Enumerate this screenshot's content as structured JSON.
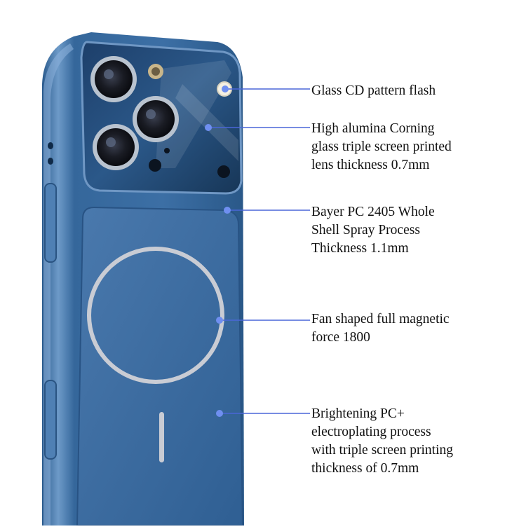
{
  "colors": {
    "background": "#ffffff",
    "case_blue": "#3a6a9e",
    "case_dark": "#1f4a78",
    "leader_line": "#4a67d8",
    "dot": "#6f8ff0",
    "text": "#111111"
  },
  "callouts": [
    {
      "text": "Glass CD pattern flash"
    },
    {
      "text": "High alumina Corning\nglass triple screen printed\nlens thickness 0.7mm"
    },
    {
      "text": "Bayer PC 2405 Whole\nShell Spray Process\nThickness 1.1mm"
    },
    {
      "text": "Fan shaped full magnetic\nforce 1800"
    },
    {
      "text": "Brightening PC+\nelectroplating process\nwith triple screen printing\nthickness of 0.7mm"
    }
  ]
}
